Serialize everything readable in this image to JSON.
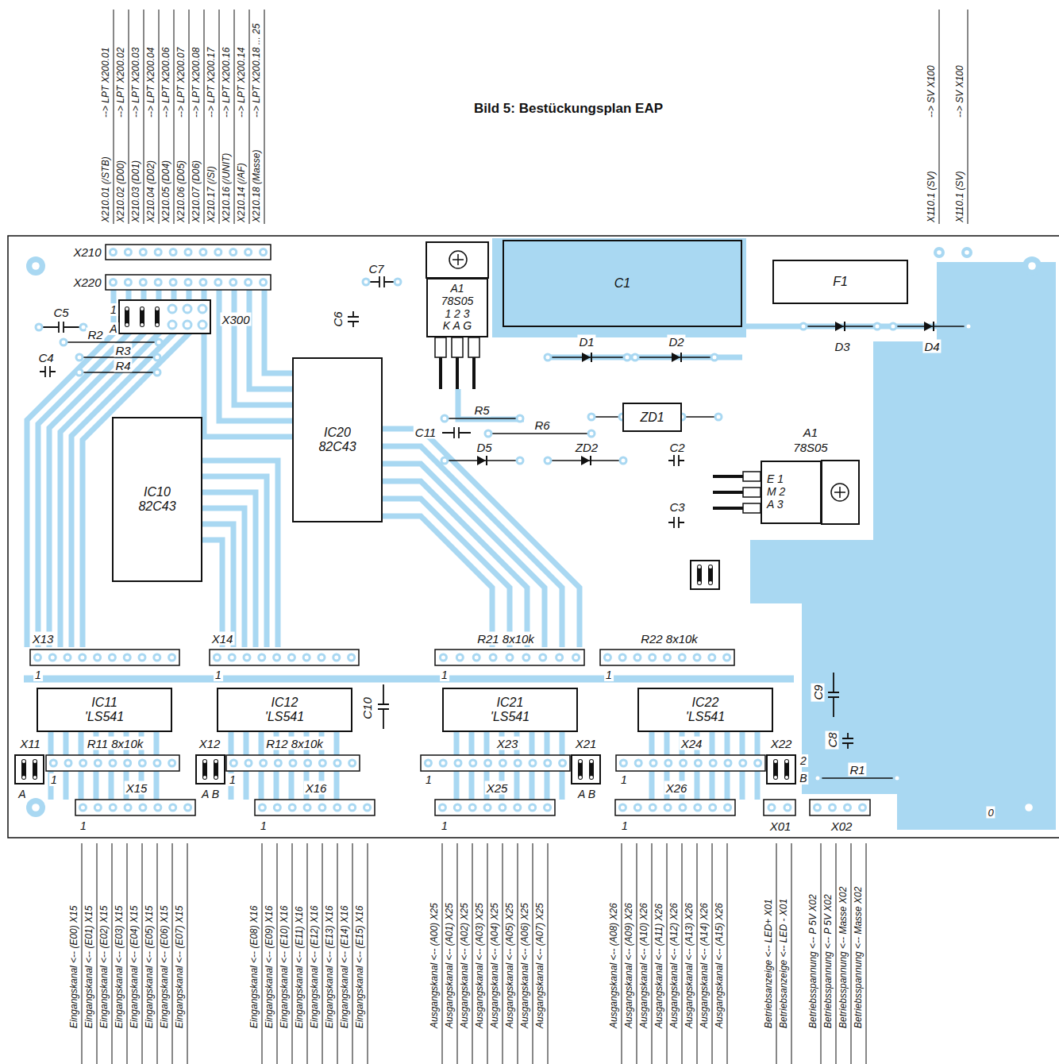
{
  "diagram": {
    "title": "Bild 5: Bestückungsplan EAP",
    "nodes": [
      {
        "text": [
          "A1",
          "78S05",
          "1 2 3",
          "K A G"
        ]
      },
      {
        "text": [
          "C1"
        ]
      },
      {
        "text": [
          "F1"
        ]
      },
      {
        "text": [
          "ZD1"
        ]
      },
      {
        "text": [
          "IC20",
          "82C43"
        ]
      },
      {
        "text": [
          "IC10",
          "82C43"
        ]
      },
      {
        "text": [
          "E 1",
          "M 2",
          "A 3"
        ]
      },
      {
        "text": [
          "IC11",
          "'LS541"
        ]
      },
      {
        "text": [
          "IC12",
          "'LS541"
        ]
      },
      {
        "text": [
          "IC21",
          "'LS541"
        ]
      },
      {
        "text": [
          "IC22",
          "'LS541"
        ]
      }
    ],
    "labels": [
      "X210.01 (/STB)",
      "--> LPT X200.01",
      "X210.02 (D00)",
      "--> LPT X200.02",
      "X210.03 (D01)",
      "--> LPT X200.03",
      "X210.04 (D02)",
      "--> LPT X200.04",
      "X210.05 (D04)",
      "--> LPT X200.06",
      "X210.06 (D05)",
      "--> LPT X200.07",
      "X210.07 (D06)",
      "--> LPT X200.08",
      "X210.17 (/SI)",
      "--> LPT X200.17",
      "X210.16 (/UNIT)",
      "--> LPT X200.16",
      "X210.14 (/AF)",
      "--> LPT X200.14",
      "X210.18 (Masse)",
      "--> LPT X200.18 ... 25",
      "X110.1 (SV)",
      "--> SV X100",
      "X110.1 (SV)",
      "--> SV X100",
      "X210",
      "X220",
      "C7",
      "C5",
      "1",
      "A",
      "X300",
      "R2",
      "R3",
      "R4",
      "C4",
      "C6",
      "D1",
      "D2",
      "D3",
      "D4",
      "R5",
      "R6",
      "C11",
      "D5",
      "ZD2",
      "C2",
      "A1",
      "78S05",
      "C3",
      "X13",
      "1",
      "X14",
      "1",
      "R21 8x10k",
      "1",
      "R22 8x10k",
      "1",
      "C10",
      "C9",
      "C8",
      "X11",
      "R11 8x10k",
      "X12",
      "R12 8x10k",
      "X23",
      "X21",
      "X24",
      "X22",
      "1",
      "A",
      "1",
      "A B",
      "1",
      "A B",
      "1",
      "2",
      "B",
      "R1",
      "X15",
      "X16",
      "X25",
      "X26",
      "1",
      "1",
      "1",
      "1",
      "X01",
      "X02",
      "0",
      "Eingangskanal <-- (E00) X15",
      "Eingangskanal <-- (E01) X15",
      "Eingangskanal <-- (E02) X15",
      "Eingangskanal <-- (E03) X15",
      "Eingangskanal <-- (E04) X15",
      "Eingangskanal <-- (E05) X15",
      "Eingangskanal <-- (E06) X15",
      "Eingangskanal <-- (E07) X15",
      "Eingangskanal <-- (E08) X16",
      "Eingangskanal <-- (E09) X16",
      "Eingangskanal <-- (E10) X16",
      "Eingangskanal <-- (E11) X16",
      "Eingangskanal <-- (E12) X16",
      "Eingangskanal <-- (E13) X16",
      "Eingangskanal <-- (E14) X16",
      "Eingangskanal <-- (E15) X16",
      "Ausgangskanal <-- (A00) X25",
      "Ausgangskanal <-- (A01) X25",
      "Ausgangskanal <-- (A02) X25",
      "Ausgangskanal <-- (A03) X25",
      "Ausgangskanal <-- (A04) X25",
      "Ausgangskanal <-- (A05) X25",
      "Ausgangskanal <-- (A06) X25",
      "Ausgangskanal <-- (A07) X25",
      "Ausgangskanal <-- (A08) X26",
      "Ausgangskanal <-- (A09) X26",
      "Ausgangskanal <-- (A10) X26",
      "Ausgangskanal <-- (A11) X26",
      "Ausgangskanal <-- (A12) X26",
      "Ausgangskanal <-- (A13) X26",
      "Ausgangskanal <-- (A14) X26",
      "Ausgangskanal <-- (A15) X26",
      "Betriebsanzeige <-- LED+ X01",
      "Betriebsanzeige <-- LED - X01",
      "Betriebsspannung <-- P 5V X02",
      "Betriebsspannung <-- P 5V X02",
      "Betriebsspannung <-- Masse X02",
      "Betriebsspannung <-- Masse X02"
    ]
  }
}
